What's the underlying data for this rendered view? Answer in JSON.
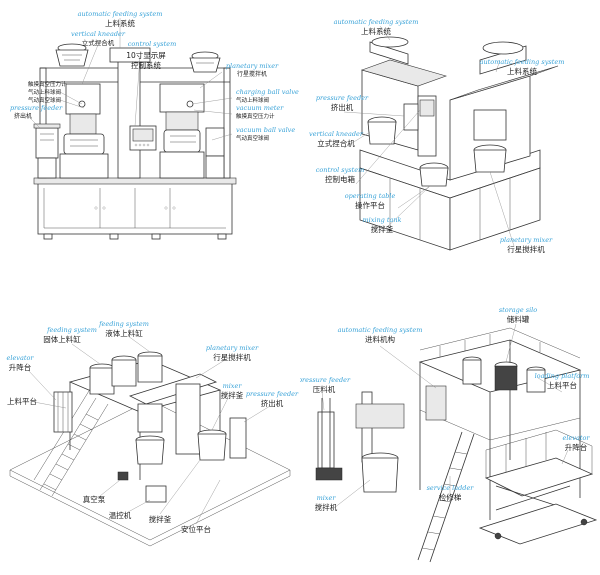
{
  "panels": {
    "p1": {
      "labels": [
        {
          "en": "automatic feeding system",
          "zh": "上料系统"
        },
        {
          "en": "vertical kneader",
          "zh": "立式捏合机"
        },
        {
          "en": "control system",
          "zh": ""
        },
        {
          "en": "",
          "zh": "10寸显示屏"
        },
        {
          "en": "",
          "zh": "控制系统"
        },
        {
          "en": "planetary mixer",
          "zh": "行星搅拌机"
        },
        {
          "en": "",
          "zh": "触摸真空压力计"
        },
        {
          "en": "",
          "zh": "气动上料球阀"
        },
        {
          "en": "",
          "zh": "气动真空球阀"
        },
        {
          "en": "pressure feeder",
          "zh": "挤出机"
        },
        {
          "en": "charging ball valve",
          "zh": "气动上料球阀"
        },
        {
          "en": "vacuum meter",
          "zh": "触摸真空压力计"
        },
        {
          "en": "vacuum ball valve",
          "zh": "气动真空球阀"
        }
      ]
    },
    "p2": {
      "labels": [
        {
          "en": "automatic feeding system",
          "zh": "上料系统"
        },
        {
          "en": "automatic feeding system",
          "zh": "上料系统"
        },
        {
          "en": "pressure feeder",
          "zh": "挤出机"
        },
        {
          "en": "vertical kneader",
          "zh": "立式捏合机"
        },
        {
          "en": "control system",
          "zh": "控制电箱"
        },
        {
          "en": "operating table",
          "zh": "操作平台"
        },
        {
          "en": "mixing tank",
          "zh": "搅拌釜"
        },
        {
          "en": "planetary mixer",
          "zh": "行星搅拌机"
        }
      ]
    },
    "p3": {
      "labels": [
        {
          "en": "feeding system",
          "zh": "固体上料缸"
        },
        {
          "en": "feeding system",
          "zh": "液体上料缸"
        },
        {
          "en": "elevator",
          "zh": "升降台"
        },
        {
          "en": "",
          "zh": "上料平台"
        },
        {
          "en": "planetary mixer",
          "zh": "行星搅拌机"
        },
        {
          "en": "mixer",
          "zh": "搅拌釜"
        },
        {
          "en": "pressure feeder",
          "zh": "挤出机"
        },
        {
          "en": "",
          "zh": "真空泵"
        },
        {
          "en": "",
          "zh": "温控机"
        },
        {
          "en": "",
          "zh": "搅拌釜"
        },
        {
          "en": "",
          "zh": "安位平台"
        }
      ]
    },
    "p4": {
      "labels": [
        {
          "en": "automatic feeding system",
          "zh": "进料机构"
        },
        {
          "en": "storage silo",
          "zh": "储料罐"
        },
        {
          "en": "pressure feeder",
          "zh": "压料机"
        },
        {
          "en": "loading platform",
          "zh": "上料平台"
        },
        {
          "en": "mixer",
          "zh": "搅拌机"
        },
        {
          "en": "elevator",
          "zh": "升降台"
        },
        {
          "en": "service ladder",
          "zh": "检修梯"
        }
      ]
    }
  }
}
